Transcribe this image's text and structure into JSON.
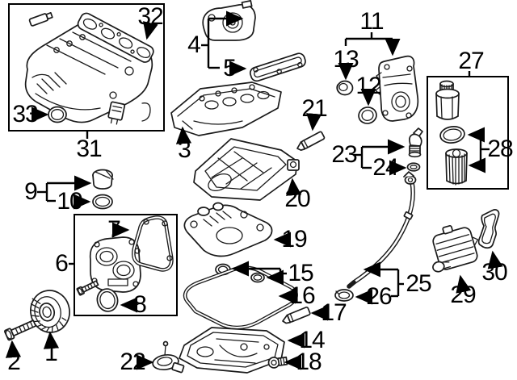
{
  "diagram": {
    "background": "#ffffff",
    "line_color": "#000000",
    "callouts": {
      "1": "1",
      "2": "2",
      "3": "3",
      "4": "4",
      "5": "5",
      "6": "6",
      "7": "7",
      "8": "8",
      "9": "9",
      "10": "10",
      "11": "11",
      "12": "12",
      "13": "13",
      "14": "14",
      "15": "15",
      "16": "16",
      "17": "17",
      "18": "18",
      "19": "19",
      "20": "20",
      "21": "21",
      "22": "22",
      "23": "23",
      "24": "24",
      "25": "25",
      "26": "26",
      "27": "27",
      "28": "28",
      "29": "29",
      "30": "30",
      "31": "31",
      "32": "32",
      "33": "33"
    }
  }
}
